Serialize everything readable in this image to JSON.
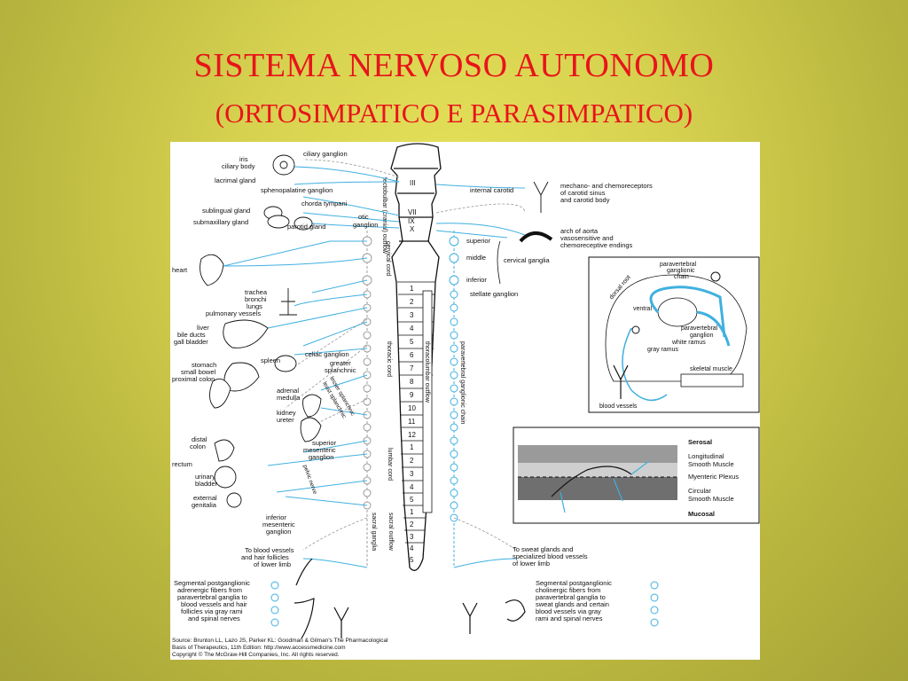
{
  "title": "SISTEMA NERVOSO AUTONOMO",
  "subtitle": "(ORTOSIMPATICO E PARASIMPATICO)",
  "colors": {
    "accent": "#e8141b",
    "nerve": "#3fb0e0",
    "bg": "#d6d14f"
  },
  "left_labels": {
    "iris": "iris",
    "ciliary_body": "ciliary body",
    "ciliary_ganglion": "ciliary ganglion",
    "lacrimal_gland": "lacrimal gland",
    "sphenopalatine": "sphenopalatine ganglion",
    "chorda_tympani": "chorda tympani",
    "sublingual": "sublingual gland",
    "submaxillary": "submaxillary gland",
    "otic": "otic",
    "ganglion": "ganglion",
    "parotid": "parotid gland",
    "heart": "heart",
    "trachea": "trachea",
    "bronchi": "bronchi",
    "lungs": "lungs",
    "pulmonary": "pulmonary vessels",
    "liver": "liver",
    "bile": "bile ducts",
    "gall": "gall bladder",
    "stomach": "stomach",
    "small_bowel": "small bowel",
    "prox_colon": "proximal colon",
    "spleen": "spleen",
    "celiac": "celiac ganglion",
    "greater": "greater",
    "splanchnic": "splanchnic",
    "lesser_spl": "lesser splanchnic",
    "least_spl": "least splanchnic",
    "adrenal": "adrenal",
    "medulla": "medulla",
    "kidney": "kidney",
    "ureter": "ureter",
    "distal": "distal",
    "colon": "colon",
    "rectum": "rectum",
    "urinary": "urinary",
    "bladder": "bladder",
    "external": "external",
    "genitalia": "genitalia",
    "sup_mes_1": "superior",
    "sup_mes_2": "mesenteric",
    "sup_mes_3": "ganglion",
    "inf_mes_1": "inferior",
    "inf_mes_2": "mesenteric",
    "inf_mes_3": "ganglion",
    "pelvic_nerve": "pelvic nerve",
    "bv_lower_1": "To blood vessels",
    "bv_lower_2": "and hair follicles",
    "bv_lower_3": "of lower limb",
    "seg_adr_1": "Segmental postganglionic",
    "seg_adr_2": "adrenergic fibers from",
    "seg_adr_3": "paravertebral ganglia to",
    "seg_adr_4": "blood vessels and hair",
    "seg_adr_5": "follicles via gray rami",
    "seg_adr_6": "and spinal nerves"
  },
  "spine_labels": {
    "bulbar": "tectobulbar (cranial) outflow",
    "cervical_cord": "cervical cord",
    "thoracic_cord": "thoracic cord",
    "lumbar_cord": "lumbar cord",
    "pelvic": "sacral outflow",
    "sacral_ganglia": "sacral ganglia",
    "thoracolumbar": "thoracolumbar outflow",
    "paravertebral": "paravertebral ganglionic chain",
    "cranial_nerves": [
      "III",
      "VII",
      "IX",
      "X"
    ],
    "thoracic": [
      "1",
      "2",
      "3",
      "4",
      "5",
      "6",
      "7",
      "8",
      "9",
      "10",
      "11",
      "12"
    ],
    "lumbar": [
      "1",
      "2",
      "3",
      "4",
      "5"
    ],
    "sacral": [
      "1",
      "2",
      "3",
      "4",
      "5"
    ]
  },
  "right_labels": {
    "internal_carotid": "internal carotid",
    "mechano_1": "mechano- and chemoreceptors",
    "mechano_2": "of carotid sinus",
    "mechano_3": "and carotid body",
    "superior": "superior",
    "middle": "middle",
    "inferior": "inferior",
    "cervical_ganglia": "cervical ganglia",
    "stellate": "stellate ganglion",
    "aorta_1": "arch of aorta",
    "aorta_2": "vasosensitive and",
    "aorta_3": "chemoreceptive endings",
    "sg_1": "To sweat glands and",
    "sg_2": "specialized blood vessels",
    "sg_3": "of lower limb",
    "seg_ch_1": "Segmental postganglionic",
    "seg_ch_2": "cholinergic fibers from",
    "seg_ch_3": "paravertebral ganglia to",
    "seg_ch_4": "sweat glands and certain",
    "seg_ch_5": "blood vessels via gray",
    "seg_ch_6": "rami and spinal nerves"
  },
  "inset1": {
    "pvg_1": "paravertebral",
    "pvg_2": "ganglionic",
    "pvg_3": "chain",
    "dorsal_root": "dorsal root",
    "ventral": "ventral",
    "pvg2_1": "paravertebral",
    "pvg2_2": "ganglion",
    "white_ramus": "white ramus",
    "gray_ramus": "gray ramus",
    "skeletal_muscle": "skeletal muscle",
    "blood_vessels": "blood vessels"
  },
  "inset2": {
    "serosal": "Serosal",
    "long_1": "Longitudinal",
    "long_2": "Smooth Muscle",
    "myenteric": "Myenteric Plexus",
    "circ_1": "Circular",
    "circ_2": "Smooth Muscle",
    "mucosal": "Mucosal"
  },
  "source": {
    "line1": "Source: Brunton LL, Lazo JS, Parker KL: Goodman & Gilman's The Pharmacological",
    "line2": "Basis of Therapeutics, 11th Edition: http://www.accessmedicine.com",
    "line3": "Copyright © The McGraw-Hill Companies, Inc. All rights reserved."
  }
}
